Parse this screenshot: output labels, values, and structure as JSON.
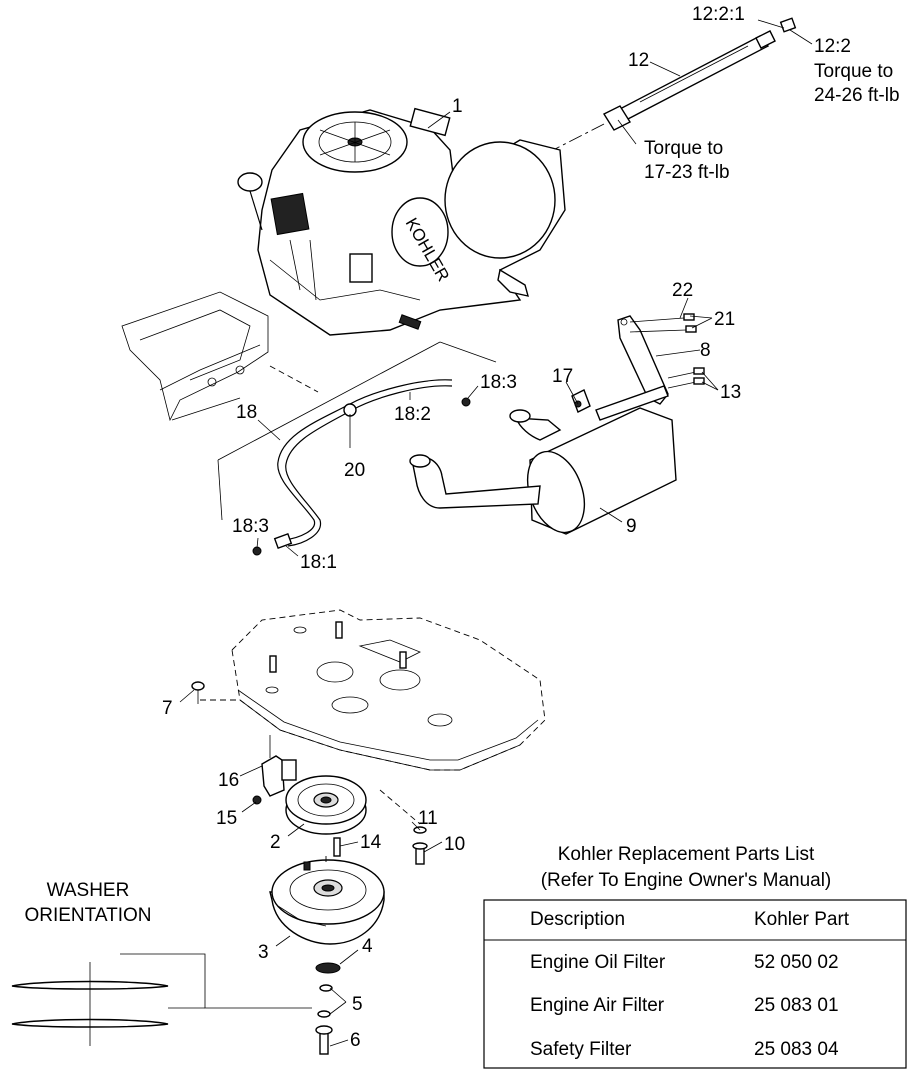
{
  "callouts": {
    "c12_2_1": "12:2:1",
    "c12_2": "12:2",
    "c12_torque1": "Torque to",
    "c12_torque2": "24-26 ft-lb",
    "c12": "12",
    "c1": "1",
    "c_torque_a": "Torque to",
    "c_torque_b": "17-23 ft-lb",
    "c22": "22",
    "c21": "21",
    "c8": "8",
    "c17": "17",
    "c13": "13",
    "c18_3a": "18:3",
    "c18": "18",
    "c18_2": "18:2",
    "c20": "20",
    "c9": "9",
    "c18_3b": "18:3",
    "c18_1": "18:1",
    "c7": "7",
    "c16": "16",
    "c15": "15",
    "c11": "11",
    "c2": "2",
    "c14": "14",
    "c10": "10",
    "c3": "3",
    "c4": "4",
    "c5": "5",
    "c6": "6"
  },
  "washer": {
    "line1": "WASHER",
    "line2": "ORIENTATION"
  },
  "parts_list": {
    "title1": "Kohler Replacement Parts List",
    "title2": "(Refer To Engine Owner's Manual)",
    "headers": [
      "Description",
      "Kohler Part"
    ],
    "rows": [
      [
        "Engine Oil Filter",
        "52 050 02"
      ],
      [
        "Engine Air Filter",
        "25 083 01"
      ],
      [
        "Safety Filter",
        "25 083 04"
      ]
    ]
  },
  "engine_brand": "KOHLER"
}
